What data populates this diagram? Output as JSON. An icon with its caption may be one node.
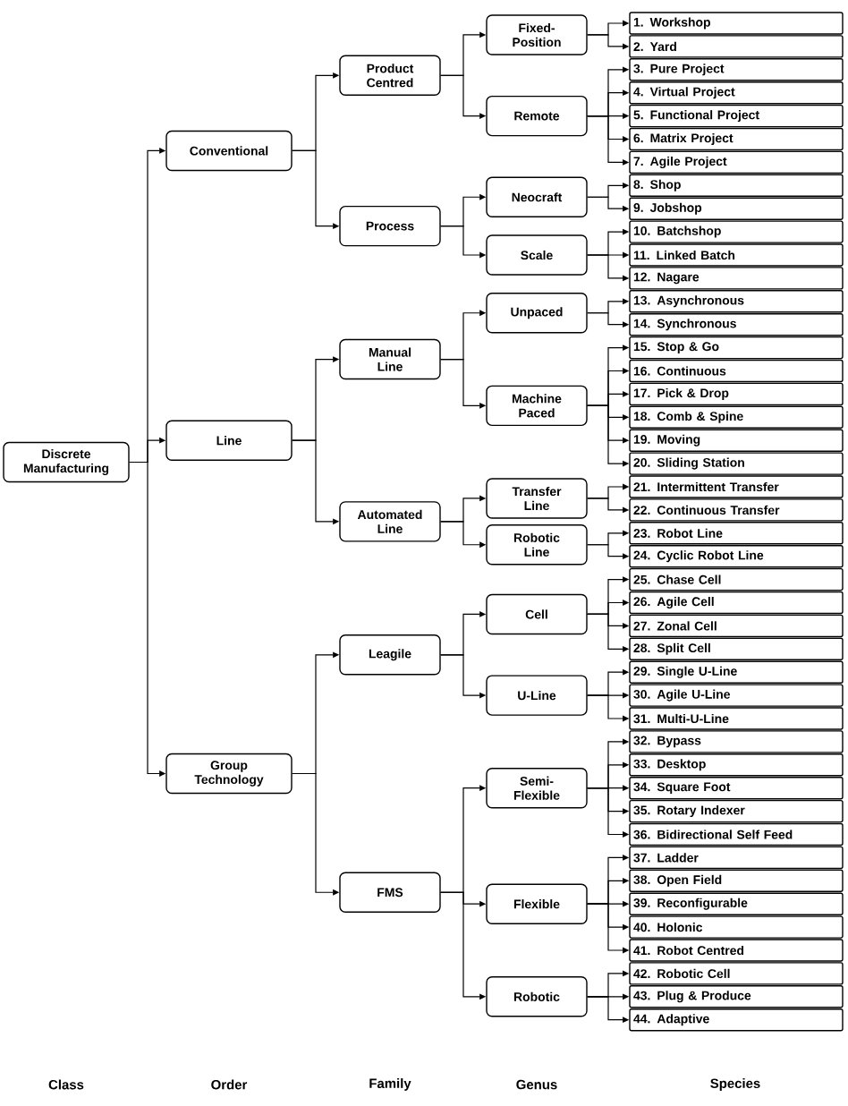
{
  "diagram": {
    "nodes": [
      {
        "text": [
          "Discrete Manufacturing"
        ]
      },
      {
        "text": [
          "Conventional"
        ]
      },
      {
        "text": [
          "Product Centred"
        ]
      },
      {
        "text": [
          "Fixed-Position"
        ]
      },
      {
        "text": [
          "1. Workshop"
        ]
      },
      {
        "text": [
          "2. Yard"
        ]
      },
      {
        "text": [
          "Remote"
        ]
      },
      {
        "text": [
          "3. Pure Project"
        ]
      },
      {
        "text": [
          "4. Virtual Project"
        ]
      },
      {
        "text": [
          "5. Functional Project"
        ]
      },
      {
        "text": [
          "6. Matrix Project"
        ]
      },
      {
        "text": [
          "7. Agile Project"
        ]
      },
      {
        "text": [
          "Process"
        ]
      },
      {
        "text": [
          "Neocraft"
        ]
      },
      {
        "text": [
          "8. Shop"
        ]
      },
      {
        "text": [
          "9. Jobshop"
        ]
      },
      {
        "text": [
          "Scale"
        ]
      },
      {
        "text": [
          "10. Batchshop"
        ]
      },
      {
        "text": [
          "11. Linked Batch"
        ]
      },
      {
        "text": [
          "12. Nagare"
        ]
      },
      {
        "text": [
          "Line"
        ]
      },
      {
        "text": [
          "Manual Line"
        ]
      },
      {
        "text": [
          "Unpaced"
        ]
      },
      {
        "text": [
          "13. Asynchronous"
        ]
      },
      {
        "text": [
          "14. Synchronous"
        ]
      },
      {
        "text": [
          "Machine Paced"
        ]
      },
      {
        "text": [
          "15. Stop & Go"
        ]
      },
      {
        "text": [
          "16. Continuous"
        ]
      },
      {
        "text": [
          "17. Pick & Drop"
        ]
      },
      {
        "text": [
          "18. Comb & Spine"
        ]
      },
      {
        "text": [
          "19. Moving"
        ]
      },
      {
        "text": [
          "20. Sliding Station"
        ]
      },
      {
        "text": [
          "Automated Line"
        ]
      },
      {
        "text": [
          "Transfer Line"
        ]
      },
      {
        "text": [
          "21. Intermittent Transfer"
        ]
      },
      {
        "text": [
          "22. Continuous Transfer"
        ]
      },
      {
        "text": [
          "Robotic Line"
        ]
      },
      {
        "text": [
          "23. Robot Line"
        ]
      },
      {
        "text": [
          "24. Cyclic Robot Line"
        ]
      },
      {
        "text": [
          "Group Technology"
        ]
      },
      {
        "text": [
          "Leagile"
        ]
      },
      {
        "text": [
          "Cell"
        ]
      },
      {
        "text": [
          "25. Chase Cell"
        ]
      },
      {
        "text": [
          "26. Agile Cell"
        ]
      },
      {
        "text": [
          "27. Zonal Cell"
        ]
      },
      {
        "text": [
          "28. Split Cell"
        ]
      },
      {
        "text": [
          "U-Line"
        ]
      },
      {
        "text": [
          "29. Single U-Line"
        ]
      },
      {
        "text": [
          "30. Agile U-Line"
        ]
      },
      {
        "text": [
          "31. Multi-U-Line"
        ]
      },
      {
        "text": [
          "FMS"
        ]
      },
      {
        "text": [
          "Semi-Flexible"
        ]
      },
      {
        "text": [
          "32. Bypass"
        ]
      },
      {
        "text": [
          "33. Desktop"
        ]
      },
      {
        "text": [
          "34. Square Foot"
        ]
      },
      {
        "text": [
          "35. Rotary Indexer"
        ]
      },
      {
        "text": [
          "36. Bidirectional Self Feed"
        ]
      },
      {
        "text": [
          "Flexible"
        ]
      },
      {
        "text": [
          "37. Ladder"
        ]
      },
      {
        "text": [
          "38. Open Field"
        ]
      },
      {
        "text": [
          "39. Reconfigurable"
        ]
      },
      {
        "text": [
          "40. Holonic"
        ]
      },
      {
        "text": [
          "41. Robot Centred"
        ]
      },
      {
        "text": [
          "Robotic"
        ]
      },
      {
        "text": [
          "42. Robotic Cell"
        ]
      },
      {
        "text": [
          "43. Plug & Produce"
        ]
      },
      {
        "text": [
          "44. Adaptive"
        ]
      }
    ],
    "edges": [
      {
        "from": 0,
        "to": 1,
        "arrow": "to"
      },
      {
        "from": 1,
        "to": 2,
        "arrow": "to"
      },
      {
        "from": 2,
        "to": 3,
        "arrow": "to"
      },
      {
        "from": 3,
        "to": 4,
        "arrow": "to"
      },
      {
        "from": 3,
        "to": 5,
        "arrow": "to"
      },
      {
        "from": 2,
        "to": 6,
        "arrow": "to"
      },
      {
        "from": 6,
        "to": 7,
        "arrow": "to"
      },
      {
        "from": 6,
        "to": 8,
        "arrow": "to"
      },
      {
        "from": 6,
        "to": 9,
        "arrow": "to"
      },
      {
        "from": 6,
        "to": 10,
        "arrow": "to"
      },
      {
        "from": 6,
        "to": 11,
        "arrow": "to"
      },
      {
        "from": 1,
        "to": 12,
        "arrow": "to"
      },
      {
        "from": 12,
        "to": 13,
        "arrow": "to"
      },
      {
        "from": 13,
        "to": 14,
        "arrow": "to"
      },
      {
        "from": 13,
        "to": 15,
        "arrow": "to"
      },
      {
        "from": 12,
        "to": 16,
        "arrow": "to"
      },
      {
        "from": 16,
        "to": 17,
        "arrow": "to"
      },
      {
        "from": 16,
        "to": 18,
        "arrow": "to"
      },
      {
        "from": 16,
        "to": 19,
        "arrow": "to"
      },
      {
        "from": 0,
        "to": 20,
        "arrow": "to"
      },
      {
        "from": 20,
        "to": 21,
        "arrow": "to"
      },
      {
        "from": 21,
        "to": 22,
        "arrow": "to"
      },
      {
        "from": 22,
        "to": 23,
        "arrow": "to"
      },
      {
        "from": 22,
        "to": 24,
        "arrow": "to"
      },
      {
        "from": 21,
        "to": 25,
        "arrow": "to"
      },
      {
        "from": 25,
        "to": 26,
        "arrow": "to"
      },
      {
        "from": 25,
        "to": 27,
        "arrow": "to"
      },
      {
        "from": 25,
        "to": 28,
        "arrow": "to"
      },
      {
        "from": 25,
        "to": 29,
        "arrow": "to"
      },
      {
        "from": 25,
        "to": 30,
        "arrow": "to"
      },
      {
        "from": 25,
        "to": 31,
        "arrow": "to"
      },
      {
        "from": 20,
        "to": 32,
        "arrow": "to"
      },
      {
        "from": 32,
        "to": 33,
        "arrow": "to"
      },
      {
        "from": 33,
        "to": 34,
        "arrow": "to"
      },
      {
        "from": 33,
        "to": 35,
        "arrow": "to"
      },
      {
        "from": 32,
        "to": 36,
        "arrow": "to"
      },
      {
        "from": 36,
        "to": 37,
        "arrow": "to"
      },
      {
        "from": 36,
        "to": 38,
        "arrow": "to"
      },
      {
        "from": 0,
        "to": 39,
        "arrow": "to"
      },
      {
        "from": 39,
        "to": 40,
        "arrow": "to"
      },
      {
        "from": 40,
        "to": 41,
        "arrow": "to"
      },
      {
        "from": 41,
        "to": 42,
        "arrow": "to"
      },
      {
        "from": 41,
        "to": 43,
        "arrow": "to"
      },
      {
        "from": 41,
        "to": 44,
        "arrow": "to"
      },
      {
        "from": 41,
        "to": 45,
        "arrow": "to"
      },
      {
        "from": 40,
        "to": 46,
        "arrow": "to"
      },
      {
        "from": 46,
        "to": 47,
        "arrow": "to"
      },
      {
        "from": 46,
        "to": 48,
        "arrow": "to"
      },
      {
        "from": 46,
        "to": 49,
        "arrow": "to"
      },
      {
        "from": 39,
        "to": 50,
        "arrow": "to"
      },
      {
        "from": 50,
        "to": 51,
        "arrow": "to"
      },
      {
        "from": 51,
        "to": 52,
        "arrow": "to"
      },
      {
        "from": 51,
        "to": 53,
        "arrow": "to"
      },
      {
        "from": 51,
        "to": 54,
        "arrow": "to"
      },
      {
        "from": 51,
        "to": 55,
        "arrow": "to"
      },
      {
        "from": 51,
        "to": 56,
        "arrow": "to"
      },
      {
        "from": 50,
        "to": 57,
        "arrow": "to"
      },
      {
        "from": 57,
        "to": 58,
        "arrow": "to"
      },
      {
        "from": 57,
        "to": 59,
        "arrow": "to"
      },
      {
        "from": 57,
        "to": 60,
        "arrow": "to"
      },
      {
        "from": 57,
        "to": 61,
        "arrow": "to"
      },
      {
        "from": 57,
        "to": 62,
        "arrow": "to"
      },
      {
        "from": 50,
        "to": 63,
        "arrow": "to"
      },
      {
        "from": 63,
        "to": 64,
        "arrow": "to"
      },
      {
        "from": 63,
        "to": 65,
        "arrow": "to"
      },
      {
        "from": 63,
        "to": 66,
        "arrow": "to"
      }
    ],
    "labels": [
      "Class",
      "Order",
      "Family",
      "Genus",
      "Species"
    ]
  }
}
